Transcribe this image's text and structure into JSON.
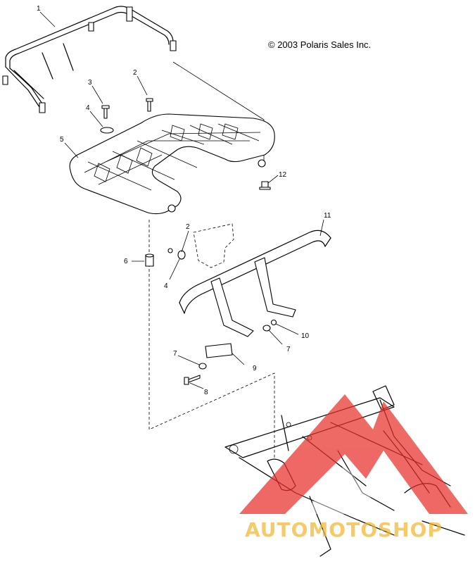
{
  "copyright": "© 2003 Polaris Sales Inc.",
  "callouts": [
    "1",
    "2",
    "3",
    "4",
    "5",
    "6",
    "7",
    "8",
    "9",
    "10",
    "11",
    "12"
  ],
  "watermark": {
    "text": "AUTOMOTOSHOP",
    "triangle_color": "#e8302a",
    "text_color": "#f2b630"
  }
}
